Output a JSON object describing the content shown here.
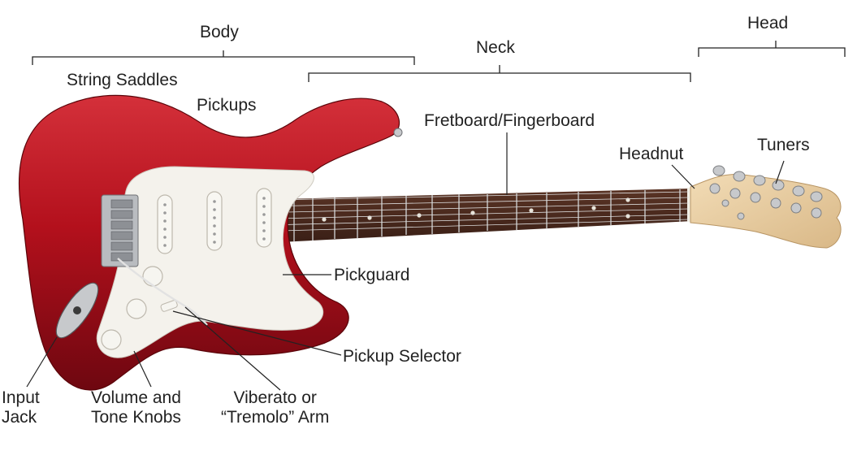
{
  "colors": {
    "body_red": "#b3101c",
    "pickguard": "#f4f2ec",
    "fretboard": "#4a2a1e",
    "headstock": "#e9cfa5",
    "chrome": "#c7c9cc",
    "text": "#222222"
  },
  "sections": {
    "body": "Body",
    "neck": "Neck",
    "head": "Head"
  },
  "labels": {
    "string_saddles": "String Saddles",
    "pickups": "Pickups",
    "fretboard": "Fretboard/Fingerboard",
    "headnut": "Headnut",
    "tuners": "Tuners",
    "pickguard": "Pickguard",
    "pickup_selector": "Pickup Selector",
    "input_jack": "Input\nJack",
    "volume_tone": "Volume and\nTone Knobs",
    "tremolo_arm": "Viberato or\n“Tremolo” Arm"
  }
}
